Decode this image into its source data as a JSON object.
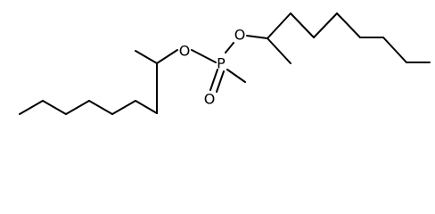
{
  "atoms": {
    "phosphorus": "P",
    "oxygen_left": "O",
    "oxygen_right": "O",
    "oxygen_double": "O"
  }
}
